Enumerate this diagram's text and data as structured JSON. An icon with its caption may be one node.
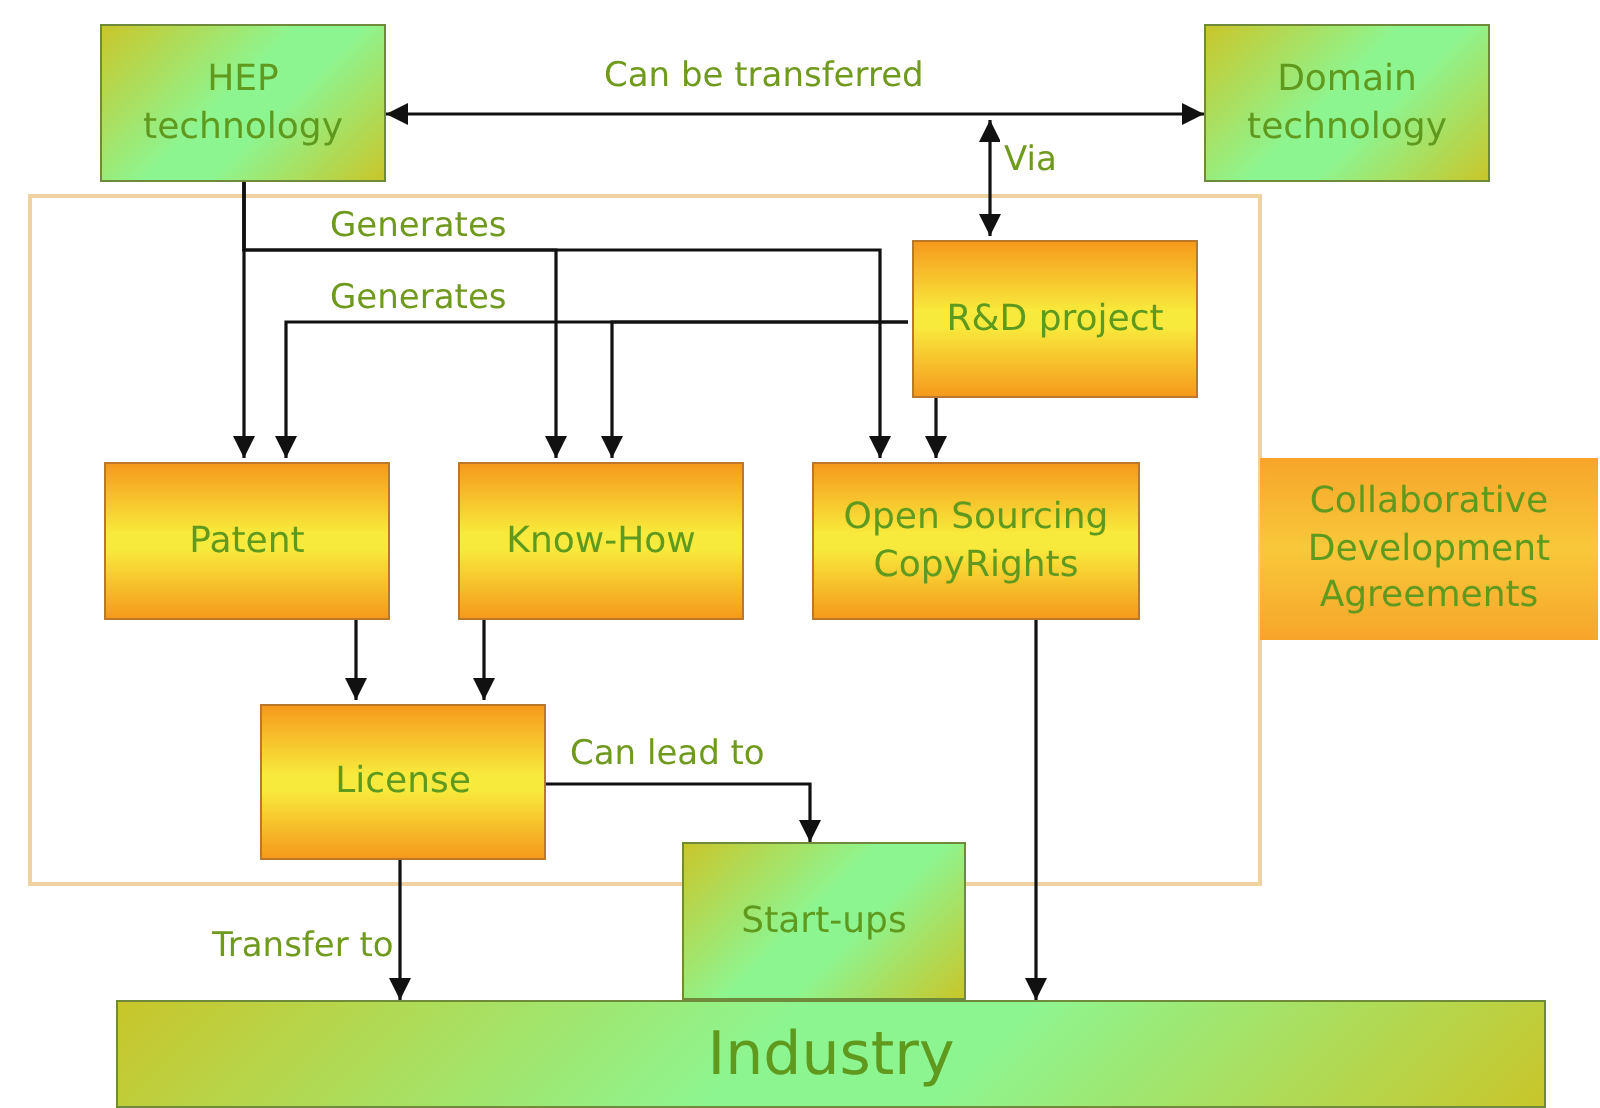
{
  "diagram": {
    "nodes": [
      {
        "text": [
          "HEP technology"
        ]
      },
      {
        "text": [
          "Domain technology"
        ]
      },
      {
        "text": [],
        "shape": "box"
      },
      {
        "text": [
          "R&D project"
        ],
        "in": 2
      },
      {
        "text": [
          "Patent"
        ],
        "in": 2
      },
      {
        "text": [
          "Know-How"
        ],
        "in": 2
      },
      {
        "text": [
          "Open Sourcing CopyRights"
        ],
        "in": 2
      },
      {
        "text": [
          "Collaborative Development Agreements"
        ]
      },
      {
        "text": [
          "License"
        ],
        "in": 2
      },
      {
        "text": [
          "Start-ups"
        ]
      },
      {
        "text": [
          "Industry"
        ]
      }
    ],
    "edges": [
      {
        "from": 0,
        "to": 1,
        "arrow": "both",
        "label": "Can be transferred"
      },
      {
        "from": null,
        "to": 3,
        "arrow": "both",
        "label": "Via"
      },
      {
        "from": 0,
        "to": 4,
        "arrow": "to"
      },
      {
        "from": 0,
        "to": 5,
        "arrow": "to",
        "label": "Generates"
      },
      {
        "from": 0,
        "to": 6,
        "arrow": "to"
      },
      {
        "from": 3,
        "to": 4,
        "arrow": "to",
        "label": "Generates"
      },
      {
        "from": 3,
        "to": 5,
        "arrow": "to"
      },
      {
        "from": 3,
        "to": 6,
        "arrow": "to"
      },
      {
        "from": 4,
        "to": 8,
        "arrow": "to"
      },
      {
        "from": 5,
        "to": 8,
        "arrow": "to"
      },
      {
        "from": 8,
        "to": 9,
        "arrow": "to",
        "label": "Can lead to"
      },
      {
        "from": 8,
        "to": 10,
        "arrow": "to",
        "label": "Transfer to"
      },
      {
        "from": 6,
        "to": 10,
        "arrow": "to"
      }
    ]
  }
}
